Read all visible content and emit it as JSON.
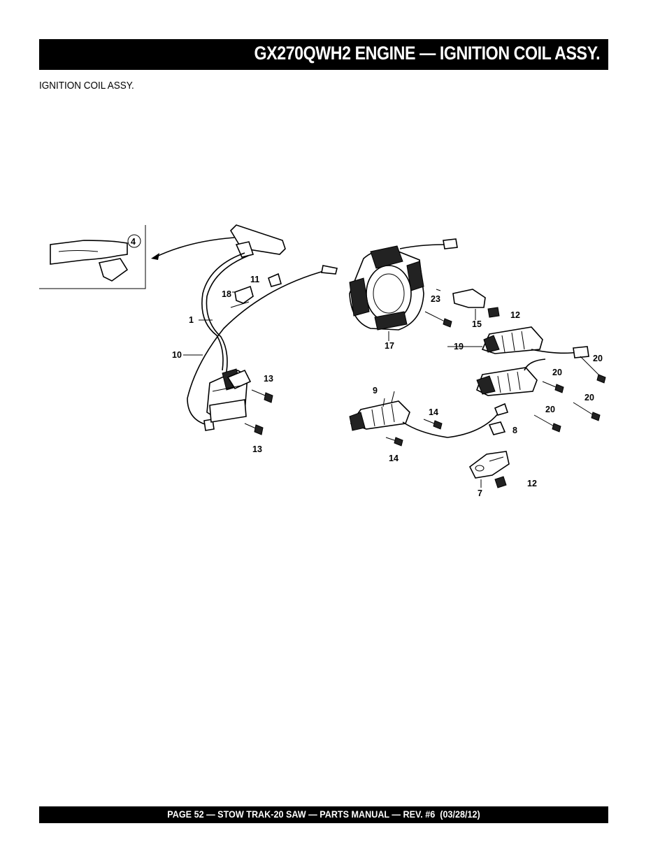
{
  "header": {
    "title": "GX270QWH2 ENGINE — IGNITION COIL ASSY."
  },
  "section": {
    "subtitle": "IGNITION COIL ASSY."
  },
  "diagram": {
    "inset_callout": "4",
    "callouts": {
      "c1": "1",
      "c10": "10",
      "c18": "18",
      "c11": "11",
      "c13a": "13",
      "c13b": "13",
      "c23": "23",
      "c15": "15",
      "c12a": "12",
      "c17": "17",
      "c19": "19",
      "c20a": "20",
      "c20b": "20",
      "c20c": "20",
      "c20d": "20",
      "c9": "9",
      "c14a": "14",
      "c14b": "14",
      "c8": "8",
      "c7": "7",
      "c12b": "12"
    }
  },
  "footer": {
    "text": "PAGE 52 — STOW TRAK-20 SAW — PARTS MANUAL — REV. #6  (03/28/12)"
  }
}
